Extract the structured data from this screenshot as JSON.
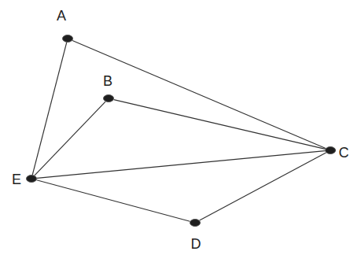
{
  "diagram": {
    "nodes": [
      {
        "text": [
          "A"
        ]
      },
      {
        "text": [
          "B"
        ]
      },
      {
        "text": [
          "C"
        ]
      },
      {
        "text": [
          "D"
        ]
      },
      {
        "text": [
          "E"
        ]
      }
    ],
    "edges": [
      {
        "from": 0,
        "to": 4,
        "arrow": "none"
      },
      {
        "from": 0,
        "to": 2,
        "arrow": "none"
      },
      {
        "from": 1,
        "to": 4,
        "arrow": "none"
      },
      {
        "from": 1,
        "to": 2,
        "arrow": "none"
      },
      {
        "from": 4,
        "to": 2,
        "arrow": "none"
      },
      {
        "from": 4,
        "to": 3,
        "arrow": "none"
      },
      {
        "from": 3,
        "to": 2,
        "arrow": "none"
      }
    ]
  }
}
